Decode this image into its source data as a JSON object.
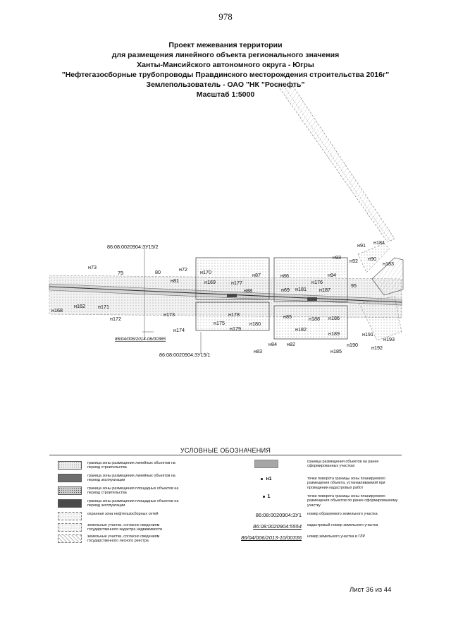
{
  "page_number": "978",
  "title": {
    "line1": "Проект межевания территории",
    "line2": "для размещения линейного объекта регионального значения",
    "line3": "Ханты-Мансийского автономного округа - Югры",
    "line4": "\"Нефтегазосборные трубопроводы Правдинского месторождения строительства 2016г\"",
    "line5": "Землепользователь - ОАО \"НК \"Роснефть\"",
    "line6": "Масштаб 1:5000"
  },
  "map": {
    "parcel_top": "86:08:0020904:3У15/2",
    "parcel_bottom": "86:08:0020904:3У15/1",
    "gpr_number": "86/04/006/2014-06/00365",
    "point_labels": [
      "н73",
      "79",
      "80",
      "н72",
      "н170",
      "н81",
      "н169",
      "н177",
      "н87",
      "н88",
      "н86",
      "н69",
      "н181",
      "н176",
      "н94",
      "н187",
      "н93",
      "н92",
      "н90",
      "н91",
      "н184",
      "н183",
      "95",
      "н168",
      "н162",
      "н171",
      "н172",
      "н173",
      "н174",
      "н175",
      "н178",
      "н179",
      "н180",
      "н85",
      "н188",
      "н186",
      "н182",
      "н189",
      "н191",
      "н193",
      "н190",
      "н192",
      "н83",
      "н84",
      "н82",
      "н185"
    ]
  },
  "legend": {
    "heading": "УСЛОВНЫЕ ОБОЗНАЧЕНИЯ",
    "left_items": [
      "граница зоны размещения линейных объектов на период строительства",
      "граница зоны размещения линейных объектов на период эксплуатации",
      "граница зоны размещения площадных объектов на период строительства",
      "граница зоны размещения площадных объектов на период эксплуатации",
      "охранная зона нефтегазосборных сетей",
      "земельные участки, согласно сведениям государственного кадастра недвижимости",
      "земельные участки, согласно сведениям государственного лесного реестра"
    ],
    "right_items": [
      {
        "mark": "",
        "text": "граница размещения объектов на ранее сформированных участках"
      },
      {
        "mark": "н1",
        "text": "точки поворота границы зоны планируемого размещения объекта, устанавливаемой при проведении кадастровых работ"
      },
      {
        "mark": "1",
        "text": "точки поворота границы зоны планируемого размещения объектов по ранее сформированному участку"
      },
      {
        "mark": "86:08:0020904:3У1",
        "text": "номер образуемого земельного участка"
      },
      {
        "mark": "86:08:0020904:5554",
        "text": "кадастровый номер земельного участка"
      },
      {
        "mark": "86/04/006/2013-10/00336",
        "text": "номер земельного участка в ГЛР"
      }
    ]
  },
  "sheet": "Лист 36 из 44"
}
